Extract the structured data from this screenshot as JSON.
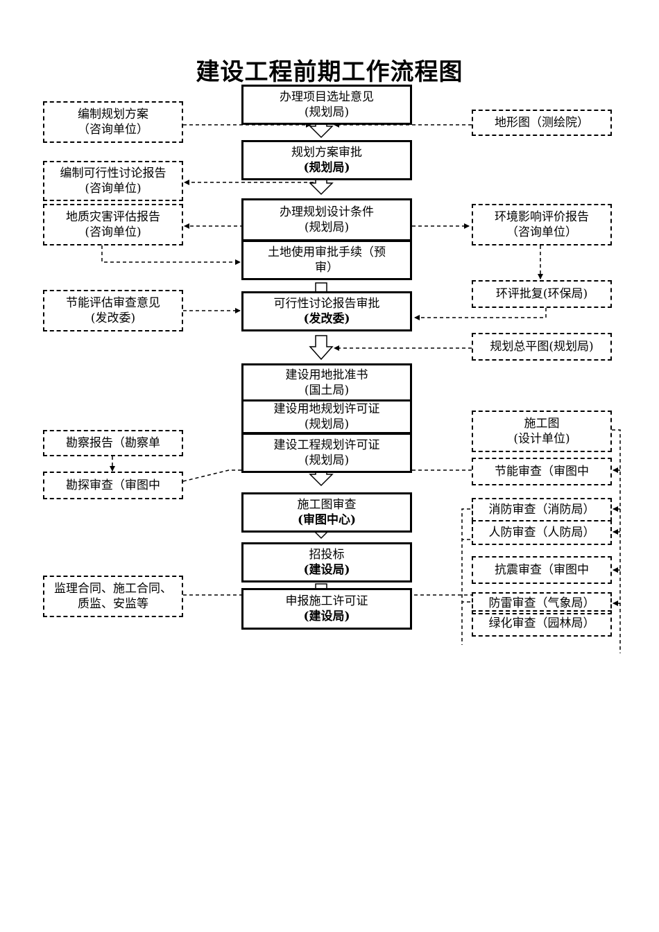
{
  "title": "建设工程前期工作流程图",
  "main_steps": [
    {
      "id": "s1",
      "line1": "办理项目选址意见",
      "line2": "(规划局)"
    },
    {
      "id": "s2",
      "line1": "规划方案审批",
      "line2": "(规划局)"
    },
    {
      "id": "s3",
      "line1": "办理规划设计条件",
      "line2": "(规划局)"
    },
    {
      "id": "s4",
      "line1": "土地使用审批手续（预",
      "line2": "审）"
    },
    {
      "id": "s5",
      "line1": "可行性讨论报告审批",
      "line2": "(发改委)"
    },
    {
      "id": "s6",
      "line1": "建设用地批准书",
      "line2": "(国土局)"
    },
    {
      "id": "s7",
      "line1": "建设用地规划许可证",
      "line2": "(规划局)"
    },
    {
      "id": "s8",
      "line1": "建设工程规划许可证",
      "line2": "(规划局)"
    },
    {
      "id": "s9",
      "line1": "施工图审查",
      "line2": "(审图中心)"
    },
    {
      "id": "s10",
      "line1": "招投标",
      "line2": "(建设局)"
    },
    {
      "id": "s11",
      "line1": "申报施工许可证",
      "line2": "(建设局)"
    }
  ],
  "left_items": [
    {
      "id": "l1",
      "line1": "编制规划方案",
      "line2": "（咨询单位）"
    },
    {
      "id": "l2",
      "line1": "编制可行性讨论报告",
      "line2": "(咨询单位)"
    },
    {
      "id": "l3",
      "line1": "地质灾害评估报告",
      "line2": "(咨询单位)"
    },
    {
      "id": "l4",
      "line1": "节能评估审查意见",
      "line2": "(发改委)"
    },
    {
      "id": "l5",
      "line1": "勘察报告（勘察单",
      "line2": ""
    },
    {
      "id": "l6",
      "line1": "勘探审查（审图中",
      "line2": ""
    },
    {
      "id": "l7",
      "line1": "监理合同、施工合同、",
      "line2": "质监、安监等"
    }
  ],
  "right_items": [
    {
      "id": "r1",
      "line1": "地形图（测绘院）",
      "line2": ""
    },
    {
      "id": "r2",
      "line1": "环境影响评价报告",
      "line2": "（咨询单位）"
    },
    {
      "id": "r3",
      "line1": "环评批复(环保局)",
      "line2": ""
    },
    {
      "id": "r4",
      "line1": "规划总平图(规划局)",
      "line2": ""
    },
    {
      "id": "r5",
      "line1": "施工图",
      "line2": "(设计单位)"
    },
    {
      "id": "r6",
      "line1": "节能审查（审图中",
      "line2": ""
    },
    {
      "id": "r7",
      "line1": "消防审查（消防局）",
      "line2": ""
    },
    {
      "id": "r8",
      "line1": "人防审查（人防局）",
      "line2": ""
    },
    {
      "id": "r9",
      "line1": "抗震审查（审图中",
      "line2": ""
    },
    {
      "id": "r10",
      "line1": "防雷审查（气象局）",
      "line2": ""
    },
    {
      "id": "r11",
      "line1": "绿化审查（园林局）",
      "line2": ""
    }
  ]
}
